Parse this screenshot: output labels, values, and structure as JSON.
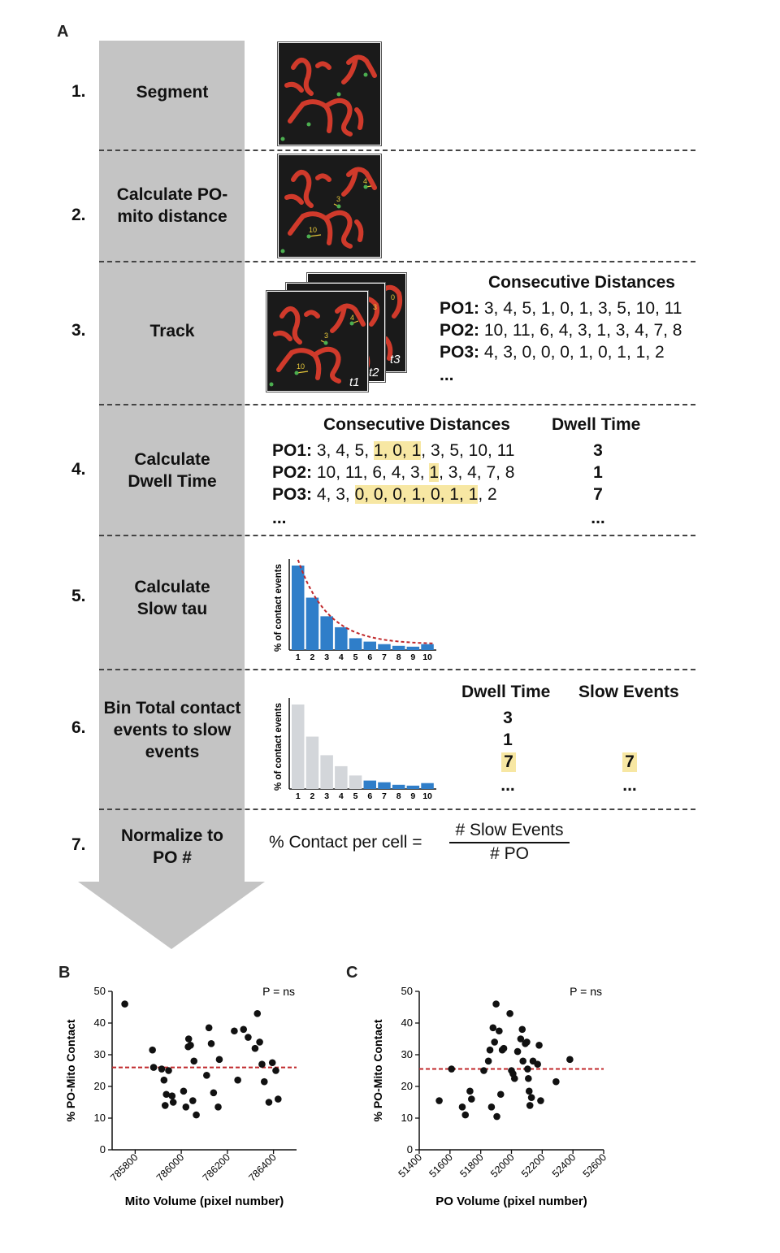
{
  "panel_a": {
    "letter": "A",
    "steps": [
      {
        "num": "1.",
        "label": "Segment"
      },
      {
        "num": "2.",
        "label": "Calculate PO-mito distance"
      },
      {
        "num": "3.",
        "label": "Track"
      },
      {
        "num": "4.",
        "label": "Calculate Dwell Time"
      },
      {
        "num": "5.",
        "label": "Calculate Slow tau"
      },
      {
        "num": "6.",
        "label": "Bin Total contact events to slow events"
      },
      {
        "num": "7.",
        "label": "Normalize to PO #"
      }
    ],
    "step2_image_labels": [
      "4",
      "3",
      "10"
    ],
    "step3": {
      "frame_labels": [
        "t1",
        "t2",
        "t3"
      ],
      "image_labels": [
        "4",
        "3",
        "10",
        "3",
        "0"
      ],
      "header": "Consecutive Distances",
      "rows": [
        {
          "id": "PO1:",
          "values": "3, 4, 5, 1, 0, 1, 3, 5, 10, 11"
        },
        {
          "id": "PO2:",
          "values": "10, 11, 6, 4, 3, 1, 3, 4, 7, 8"
        },
        {
          "id": "PO3:",
          "values": "4, 3, 0, 0, 0, 1, 0, 1, 1, 2"
        }
      ],
      "ellipsis": "..."
    },
    "step4": {
      "header_left": "Consecutive Distances",
      "header_right": "Dwell Time",
      "rows": [
        {
          "id": "PO1:",
          "pre": "3, 4, 5, ",
          "hl": "1, 0, 1",
          "post": ", 3, 5, 10, 11",
          "dwell": "3"
        },
        {
          "id": "PO2:",
          "pre": "10, 11, 6, 4, 3, ",
          "hl": "1",
          "post": ", 3, 4, 7, 8",
          "dwell": "1"
        },
        {
          "id": "PO3:",
          "pre": "4, 3, ",
          "hl": "0, 0, 0, 1, 0, 1, 1",
          "post": ", 2",
          "dwell": "7"
        }
      ],
      "ellipsis": "...",
      "ellipsis_right": "..."
    },
    "step5_hist": {
      "ylabel": "% of contact events",
      "ticks": [
        "1",
        "2",
        "3",
        "4",
        "5",
        "6",
        "7",
        "8",
        "9",
        "10"
      ],
      "values": [
        100,
        62,
        40,
        27,
        14,
        10,
        7,
        5,
        4,
        7
      ]
    },
    "step6": {
      "hist_ylabel": "% of contact events",
      "ticks": [
        "1",
        "2",
        "3",
        "4",
        "5",
        "6",
        "7",
        "8",
        "9",
        "10"
      ],
      "values": [
        100,
        62,
        40,
        27,
        16,
        10,
        8,
        5,
        4,
        7
      ],
      "slow_from_bin": 6,
      "header_left": "Dwell Time",
      "header_right": "Slow Events",
      "dwell": [
        "3",
        "1",
        "7"
      ],
      "slow": [
        "7"
      ],
      "ellipsis": "..."
    },
    "step7": {
      "lhs": "% Contact per cell =",
      "numerator": "# Slow Events",
      "denominator": "# PO"
    },
    "colors": {
      "arrow": "#c4c4c4",
      "mito": "#d03a2b",
      "po": "#4caf50",
      "bar_blue": "#2f7ec9",
      "bar_gray": "#d3d6da",
      "highlight": "#f7e7a3",
      "fit_line": "#c0282b",
      "label_yellow": "#e8c93a"
    }
  },
  "chart_data": [
    {
      "panel": "B",
      "type": "scatter",
      "annotation": "P = ns",
      "xlabel": "Mito Volume (pixel number)",
      "ylabel": "% PO-Mito Contact",
      "xlim": [
        785700,
        786500
      ],
      "ylim": [
        0,
        50
      ],
      "xticks": [
        "785800",
        "786000",
        "786200",
        "786400"
      ],
      "yticks": [
        "0",
        "10",
        "20",
        "30",
        "40",
        "50"
      ],
      "mean_line": 26,
      "points": [
        [
          785755,
          46
        ],
        [
          785875,
          31.5
        ],
        [
          785880,
          26
        ],
        [
          785915,
          25.5
        ],
        [
          785925,
          22
        ],
        [
          785930,
          14
        ],
        [
          785935,
          17.5
        ],
        [
          785945,
          25
        ],
        [
          785960,
          17
        ],
        [
          785965,
          15
        ],
        [
          786010,
          18.5
        ],
        [
          786020,
          13.5
        ],
        [
          786030,
          32.5
        ],
        [
          786032,
          35
        ],
        [
          786040,
          33
        ],
        [
          786050,
          15.5
        ],
        [
          786055,
          28
        ],
        [
          786065,
          11
        ],
        [
          786110,
          23.5
        ],
        [
          786120,
          38.5
        ],
        [
          786130,
          33.5
        ],
        [
          786140,
          18
        ],
        [
          786160,
          13.5
        ],
        [
          786165,
          28.5
        ],
        [
          786230,
          37.5
        ],
        [
          786245,
          22
        ],
        [
          786270,
          38
        ],
        [
          786290,
          35.5
        ],
        [
          786320,
          32
        ],
        [
          786330,
          43
        ],
        [
          786340,
          34
        ],
        [
          786350,
          27
        ],
        [
          786360,
          21.5
        ],
        [
          786380,
          15
        ],
        [
          786395,
          27.5
        ],
        [
          786410,
          25
        ],
        [
          786420,
          16
        ]
      ]
    },
    {
      "panel": "C",
      "type": "scatter",
      "annotation": "P = ns",
      "xlabel": "PO Volume (pixel number)",
      "ylabel": "% PO-Mito Contact",
      "xlim": [
        51400,
        52600
      ],
      "ylim": [
        0,
        50
      ],
      "xticks": [
        "51400",
        "51600",
        "51800",
        "52000",
        "52200",
        "52400",
        "52600"
      ],
      "yticks": [
        "0",
        "10",
        "20",
        "30",
        "40",
        "50"
      ],
      "mean_line": 25.5,
      "points": [
        [
          51530,
          15.5
        ],
        [
          51610,
          25.5
        ],
        [
          51680,
          13.5
        ],
        [
          51700,
          11
        ],
        [
          51730,
          18.5
        ],
        [
          51740,
          16
        ],
        [
          51820,
          25
        ],
        [
          51850,
          28
        ],
        [
          51860,
          31.5
        ],
        [
          51870,
          13.5
        ],
        [
          51880,
          38.5
        ],
        [
          51890,
          34
        ],
        [
          51900,
          46
        ],
        [
          51905,
          10.5
        ],
        [
          51920,
          37.5
        ],
        [
          51930,
          17.5
        ],
        [
          51940,
          31.5
        ],
        [
          51950,
          32
        ],
        [
          51990,
          43
        ],
        [
          52000,
          25
        ],
        [
          52010,
          24
        ],
        [
          52020,
          22.5
        ],
        [
          52040,
          31
        ],
        [
          52060,
          35
        ],
        [
          52070,
          38
        ],
        [
          52075,
          28
        ],
        [
          52090,
          33.5
        ],
        [
          52100,
          34
        ],
        [
          52105,
          25.5
        ],
        [
          52110,
          22.5
        ],
        [
          52115,
          18.5
        ],
        [
          52120,
          14
        ],
        [
          52130,
          16.5
        ],
        [
          52140,
          28
        ],
        [
          52170,
          27
        ],
        [
          52180,
          33
        ],
        [
          52190,
          15.5
        ],
        [
          52290,
          21.5
        ],
        [
          52380,
          28.5
        ]
      ]
    }
  ]
}
